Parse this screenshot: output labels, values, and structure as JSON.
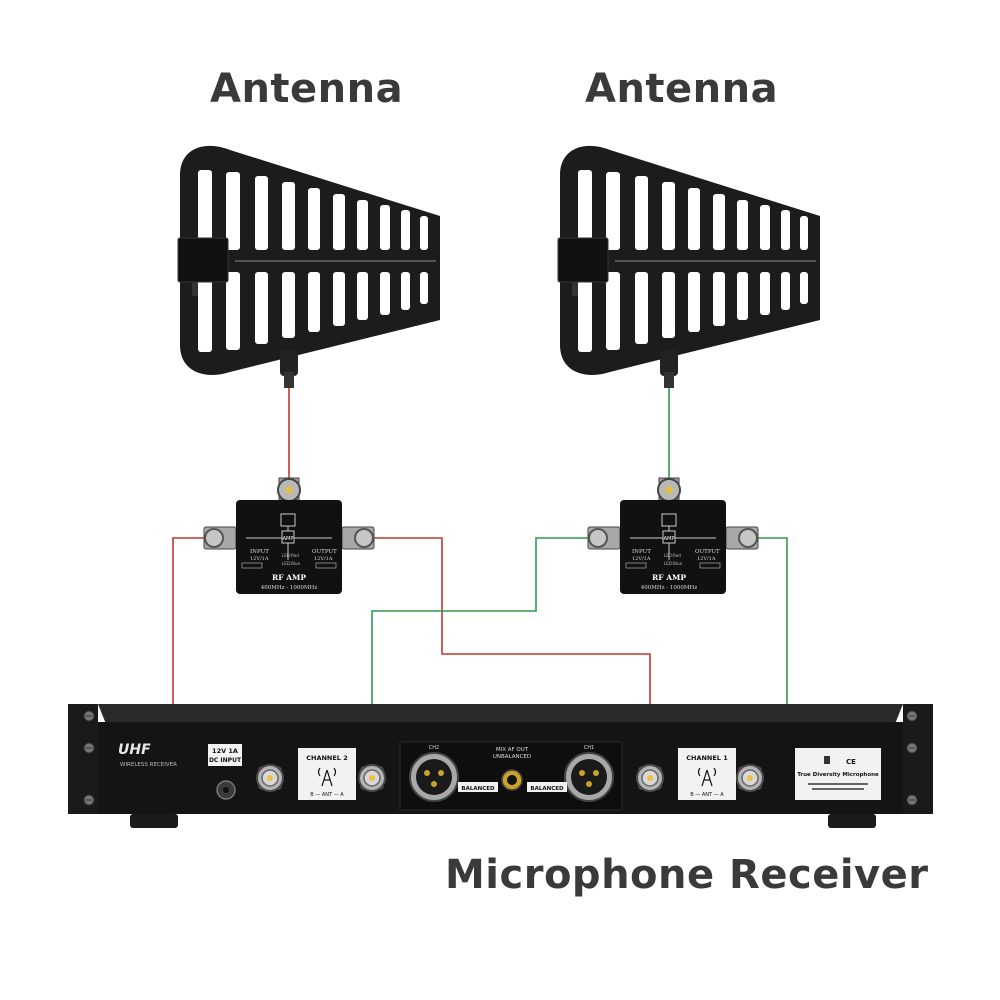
{
  "headings": {
    "antenna_left": "Antenna",
    "antenna_right": "Antenna",
    "receiver": "Microphone Receiver"
  },
  "amplifiers": [
    {
      "input_label": "INPUT",
      "input_spec": "12V/1A",
      "output_label": "OUTPUT",
      "output_spec": "12V/1A",
      "amp_label": "AMP",
      "led_red": "LED:Red",
      "led_blue": "LED:Blue",
      "title": "RF AMP",
      "range": "400MHz - 1000MHz"
    },
    {
      "input_label": "INPUT",
      "input_spec": "12V/1A",
      "output_label": "OUTPUT",
      "output_spec": "12V/1A",
      "amp_label": "AMP",
      "led_red": "LED:Red",
      "led_blue": "LED:Blue",
      "title": "RF AMP",
      "range": "400MHz - 1000MHz"
    }
  ],
  "receiver": {
    "brand": "UHF",
    "subtitle": "WIRELESS RECEIVER",
    "power_label_1": "12V 1A",
    "power_label_2": "DC INPUT",
    "channel2": {
      "name": "CHANNEL 2",
      "ant": "B — ANT — A"
    },
    "channel1": {
      "name": "CHANNEL 1",
      "ant": "B — ANT — A"
    },
    "ch2_short": "CH2",
    "ch1_short": "CH1",
    "mix_out_1": "MIX AF OUT",
    "mix_out_2": "UNBALANCED",
    "balanced_left": "BALANCED",
    "balanced_right": "BALANCED",
    "label_line": "True Diversity Microphone"
  },
  "cable_colors": {
    "red": "#c0392b",
    "green": "#2e9a4e"
  }
}
